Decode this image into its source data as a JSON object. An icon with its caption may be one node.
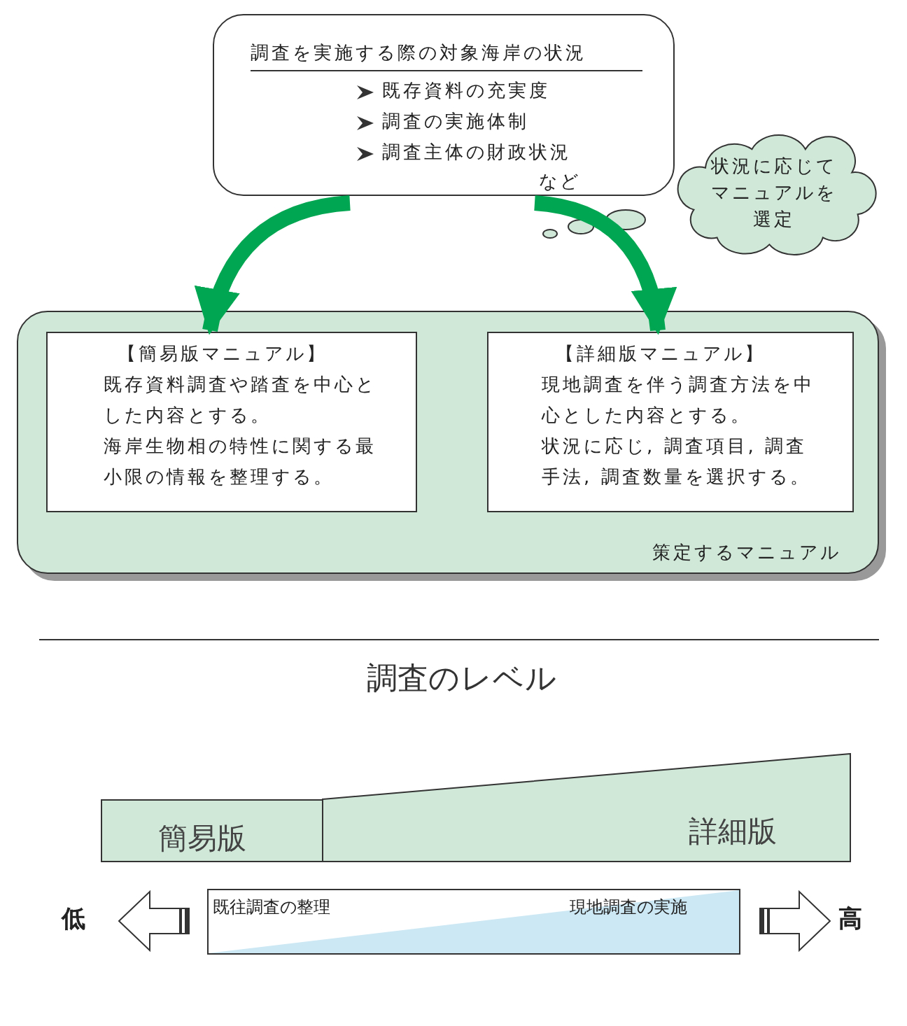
{
  "diagram": {
    "nodes": [
      {
        "text": [
          "調査を実施する際の対象海岸の状況",
          "既存資料の充実度",
          "調査の実施体制",
          "調査主体の財政状況",
          "など"
        ]
      },
      {
        "text": [
          "状況に応じてマニュアルを選定"
        ]
      },
      {
        "text": [
          "策定するマニュアル"
        ]
      },
      {
        "text": [
          "【簡易版マニュアル】",
          "既存資料調査や踏査を中心とした内容とする。",
          "海岸生物相の特性に関する最小限の情報を整理する。"
        ],
        "in": 2
      },
      {
        "text": [
          "【詳細版マニュアル】",
          "現地調査を伴う調査方法を中心とした内容とする。",
          "状況に応じ, 調査項目, 調査手法, 調査数量を選択する。"
        ],
        "in": 2
      },
      {
        "text": [
          "簡易版"
        ]
      },
      {
        "text": [
          "詳細版"
        ]
      },
      {
        "text": [
          "既往調査の整理",
          "現地調査の実施"
        ]
      }
    ],
    "edges": [
      {
        "from": 0,
        "to": 3,
        "arrow": "to"
      },
      {
        "from": 0,
        "to": 4,
        "arrow": "to"
      }
    ],
    "labels": [
      "調査のレベル",
      "低",
      "高"
    ]
  }
}
